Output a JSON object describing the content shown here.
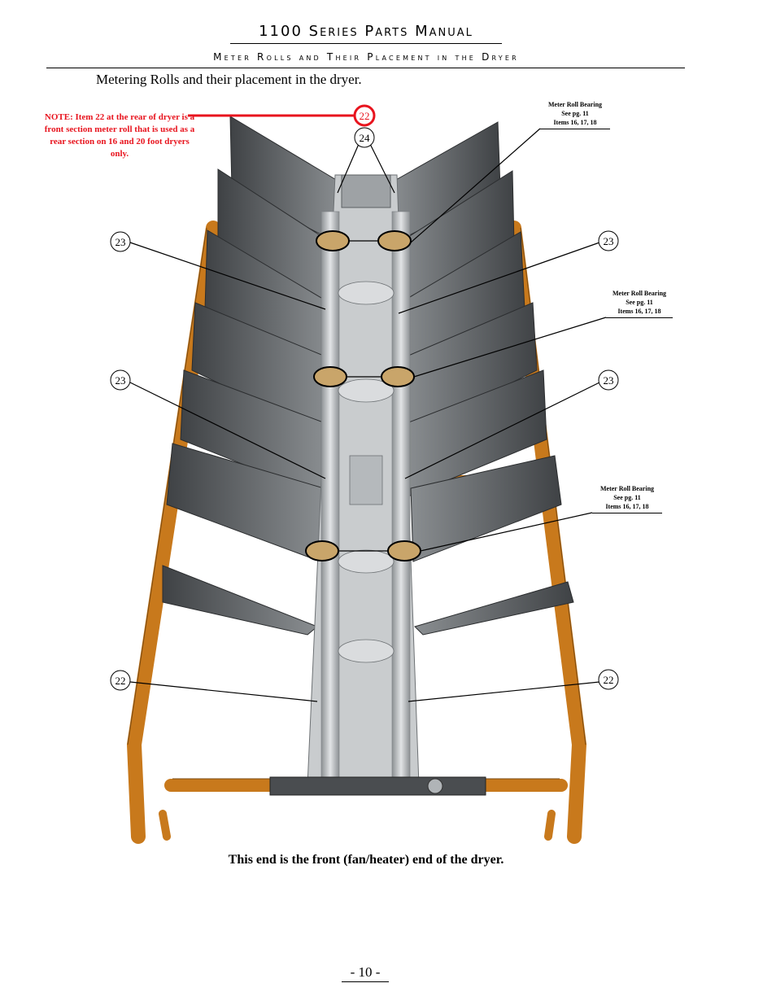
{
  "header": {
    "manual_title": "1100 Series Parts Manual",
    "section_subtitle": "Meter Rolls and Their Placement in the Dryer"
  },
  "page_heading": "Metering Rolls and their placement in the dryer.",
  "note": "NOTE: Item 22 at the rear of dryer is a front section meter roll that is used as a rear section on 16 and 20 foot dryers only.",
  "bearing_labels": [
    {
      "title": "Meter Roll Bearing",
      "page": "See pg. 11",
      "items": "Items 16, 17, 18"
    },
    {
      "title": "Meter Roll Bearing",
      "page": "See pg. 11",
      "items": "Items 16, 17, 18"
    },
    {
      "title": "Meter Roll Bearing",
      "page": "See pg. 11",
      "items": "Items 16, 17, 18"
    }
  ],
  "callouts": {
    "rear_22": "22",
    "rear_24": "24",
    "left_23_top": "23",
    "right_23_top": "23",
    "left_23_mid": "23",
    "right_23_mid": "23",
    "left_22_bottom": "22",
    "right_22_bottom": "22"
  },
  "colors": {
    "note_red": "#e8141e",
    "frame_orange": "#c8791c",
    "panel_gray": "#5c5f62",
    "steel": "#bfc3c6"
  },
  "front_caption": "This end is the front (fan/heater) end of the dryer.",
  "page_number": "- 10 -"
}
